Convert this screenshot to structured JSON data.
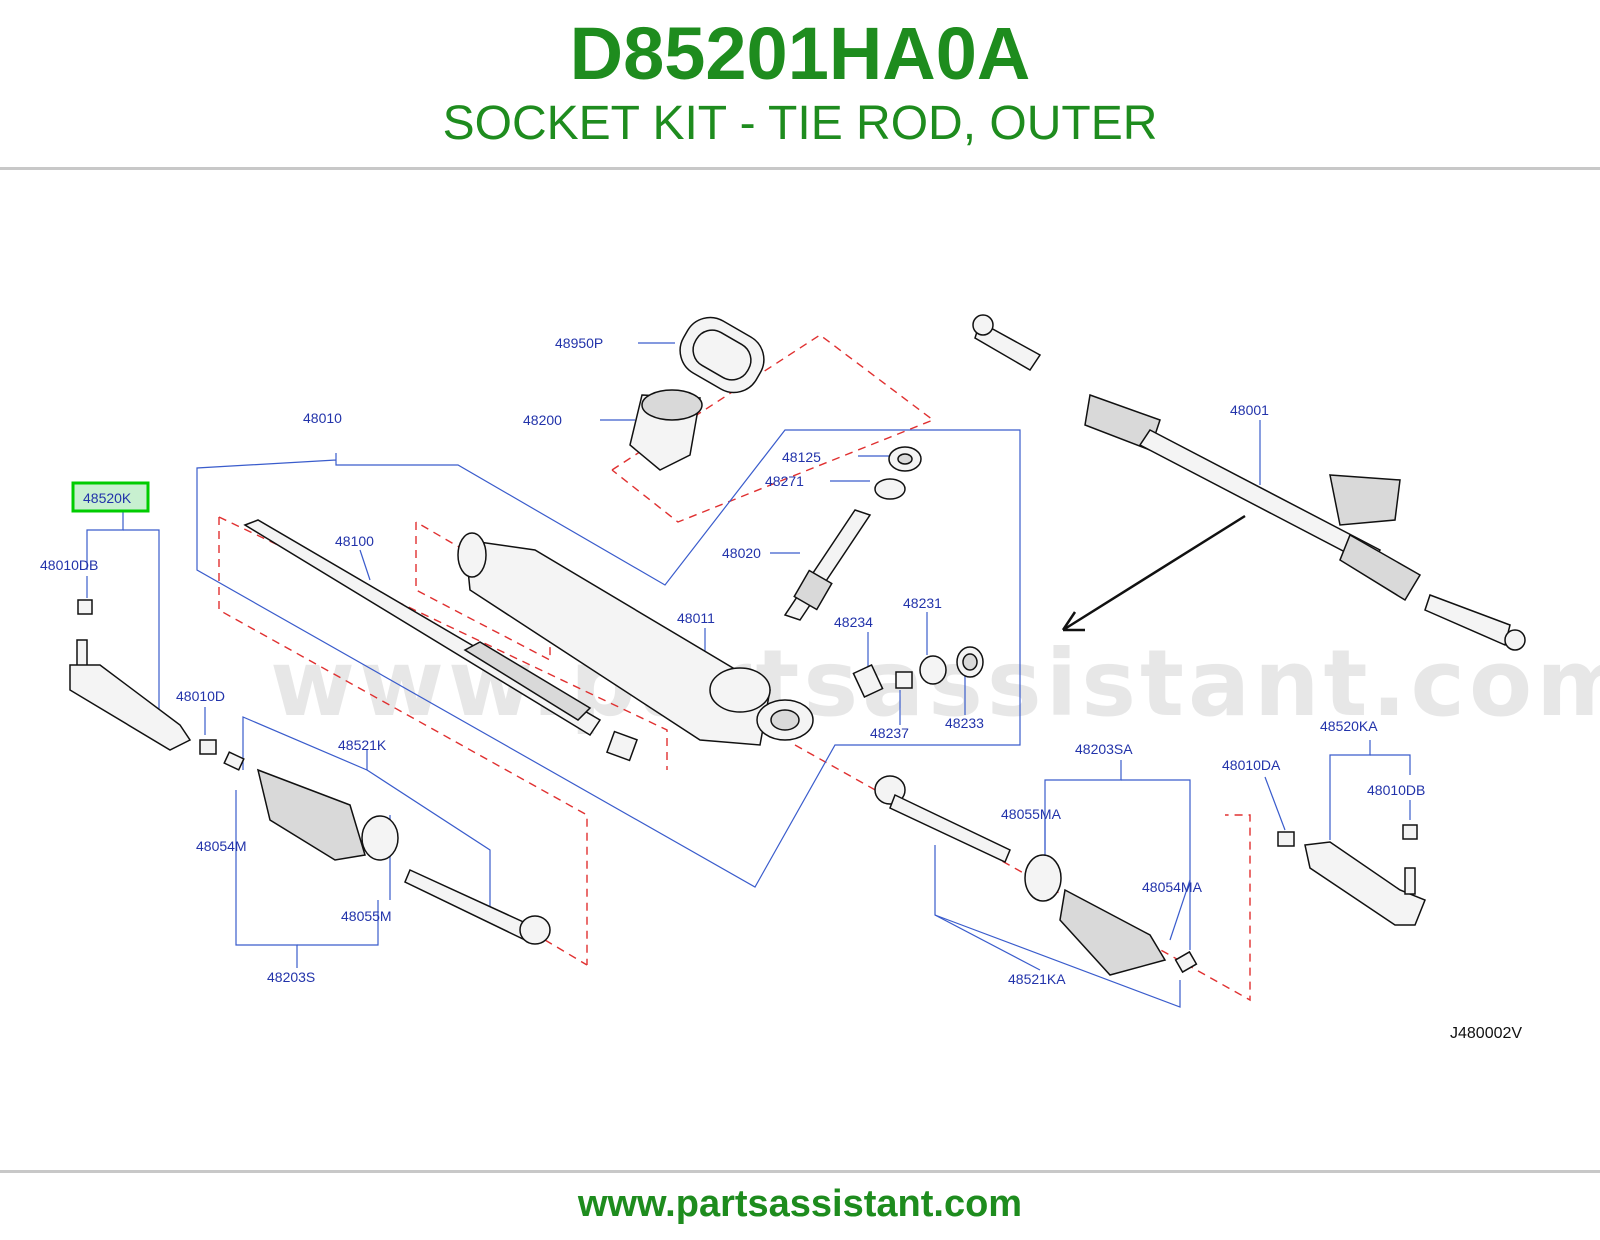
{
  "header": {
    "part_number": "D85201HA0A",
    "description": "SOCKET KIT - TIE ROD, OUTER"
  },
  "footer": {
    "url": "www.partsassistant.com"
  },
  "watermark": "www.partsassistant.com",
  "diagram": {
    "reference_code": "J480002V",
    "highlighted_part": "48520K",
    "highlight_color": "#00cc00",
    "label_color": "#2233aa",
    "brand_color": "#1e8c1e",
    "labels": {
      "p48950P": "48950P",
      "p48200": "48200",
      "p48010": "48010",
      "p48125": "48125",
      "p48271": "48271",
      "p48020": "48020",
      "p48100": "48100",
      "p48011": "48011",
      "p48231": "48231",
      "p48234": "48234",
      "p48237": "48237",
      "p48233": "48233",
      "p48001": "48001",
      "p48520K": "48520K",
      "p48010DB_left": "48010DB",
      "p48010D": "48010D",
      "p48521K": "48521K",
      "p48054M": "48054M",
      "p48055M": "48055M",
      "p48203S": "48203S",
      "p48203SA": "48203SA",
      "p48055MA": "48055MA",
      "p48054MA": "48054MA",
      "p48521KA": "48521KA",
      "p48010DA": "48010DA",
      "p48520KA": "48520KA",
      "p48010DB_right": "48010DB"
    }
  }
}
